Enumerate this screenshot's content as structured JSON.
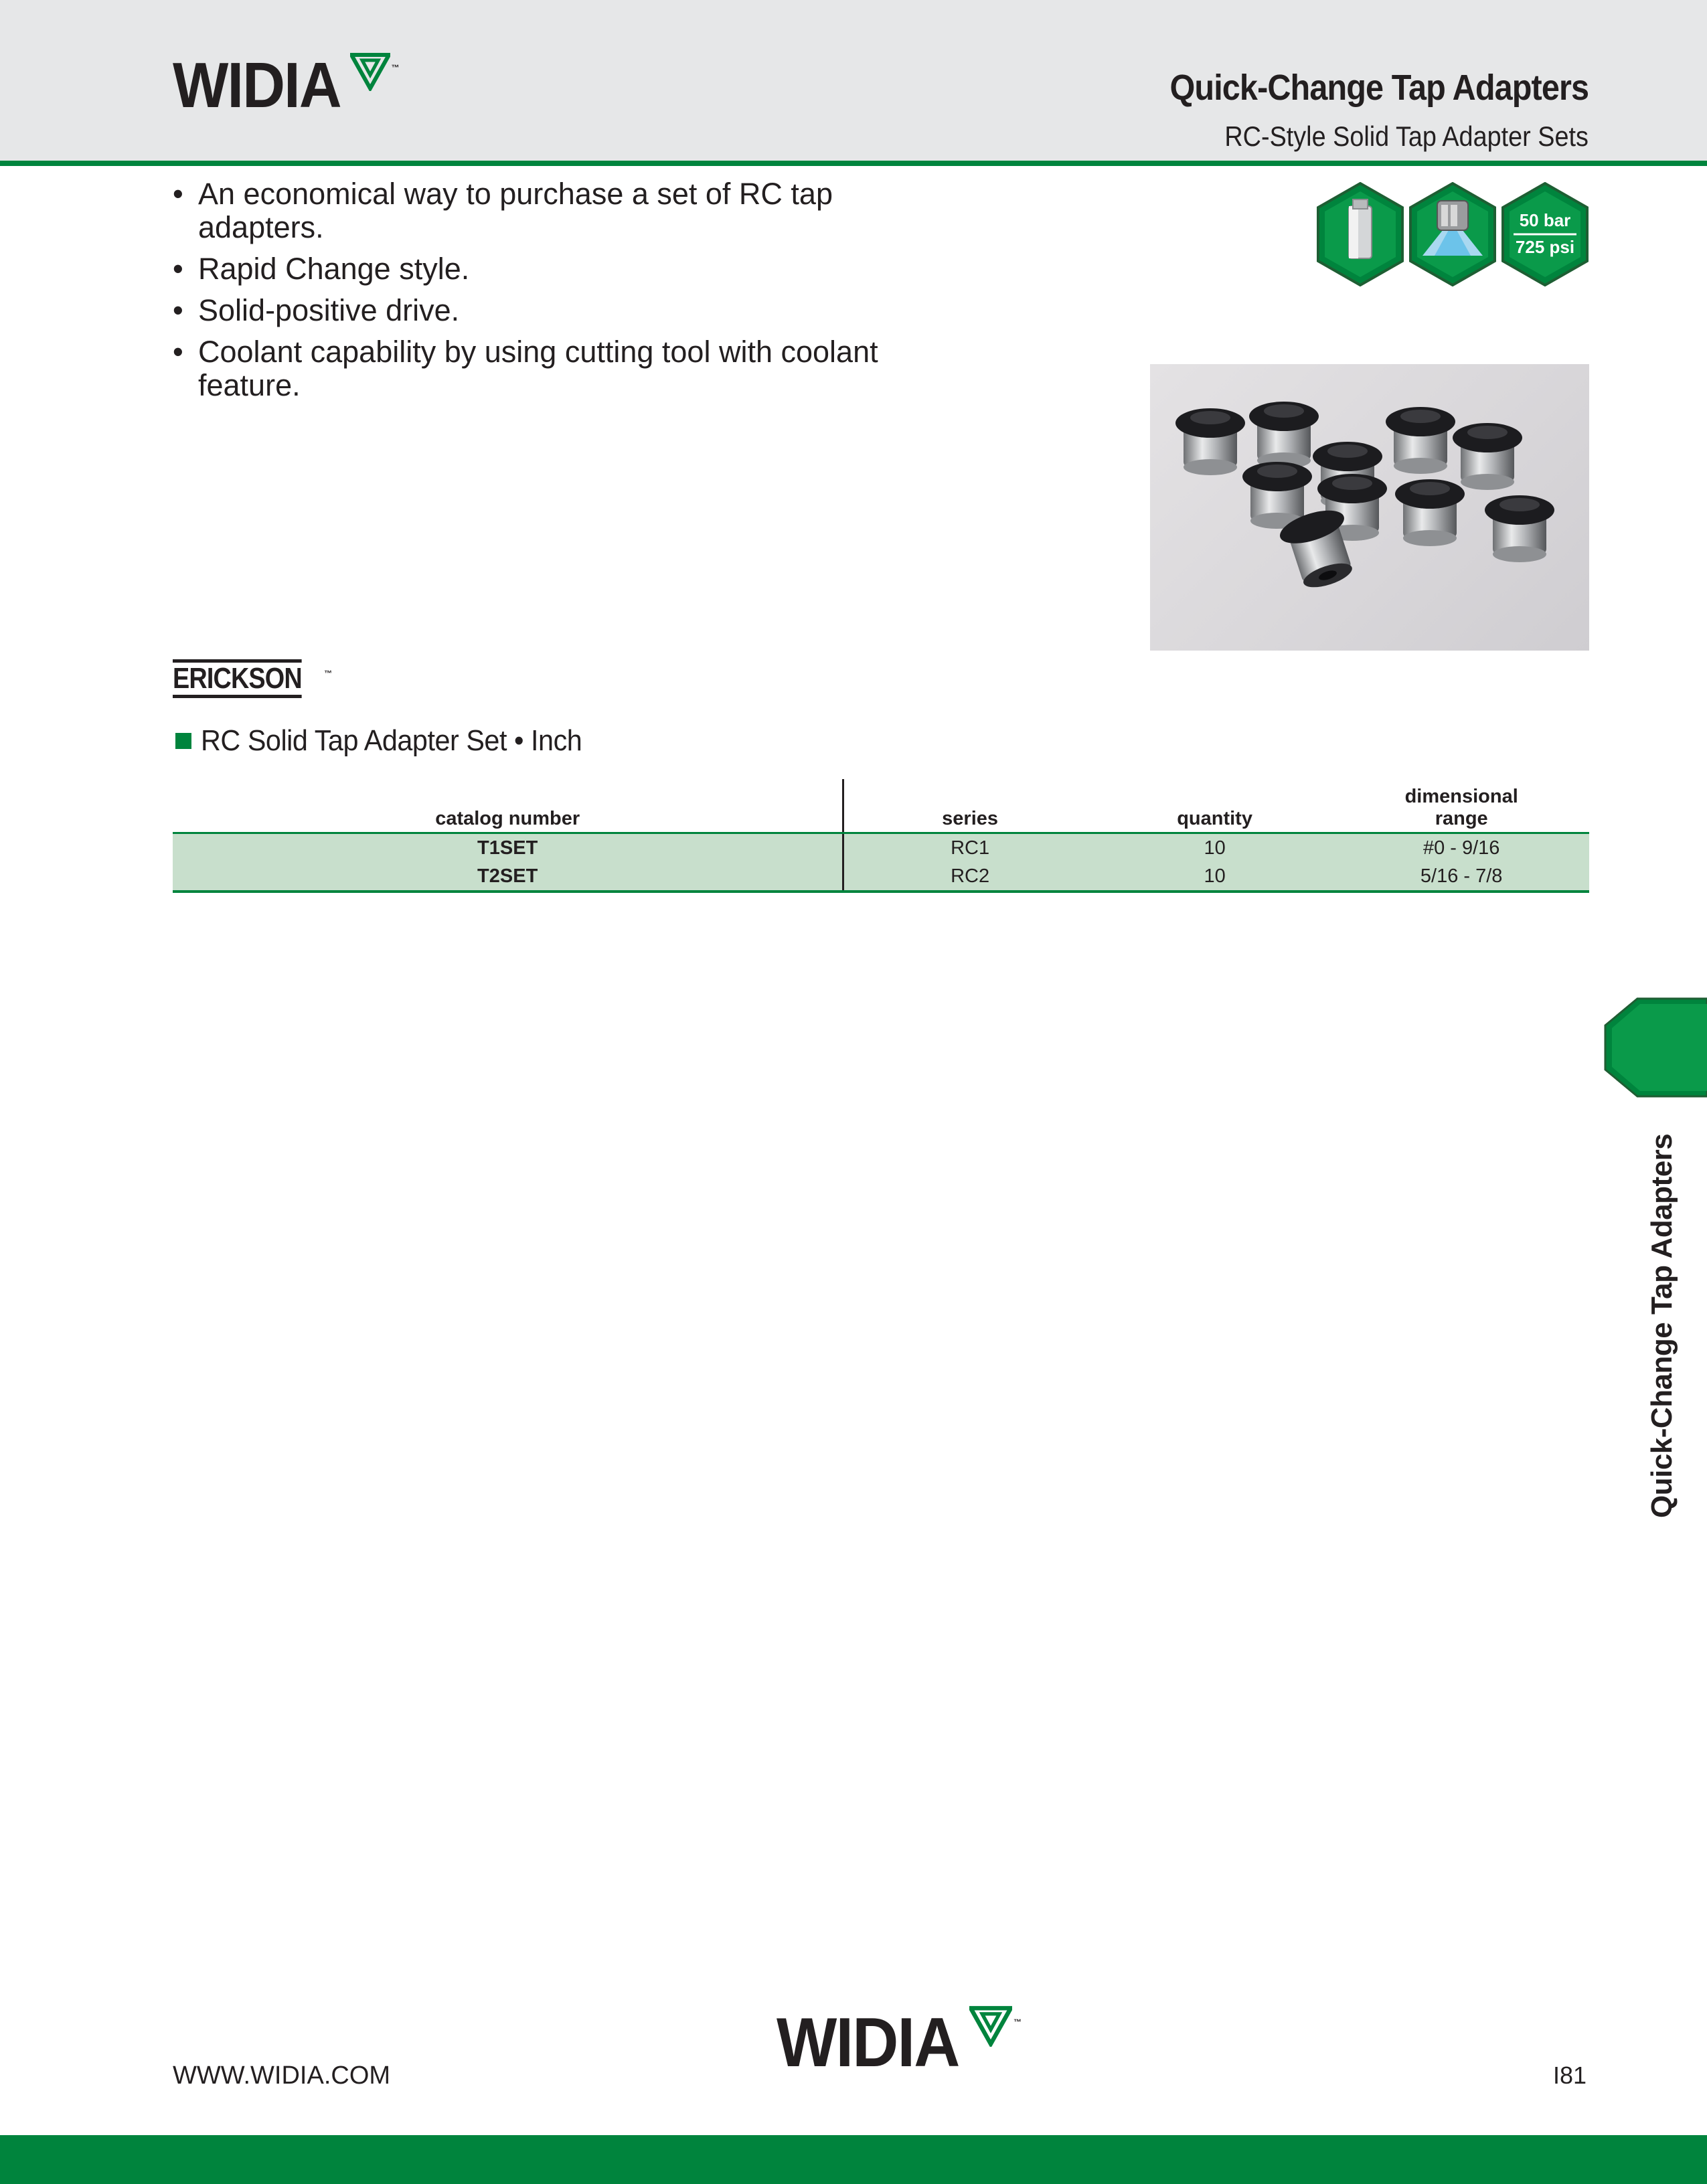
{
  "header": {
    "brand": "WIDIA",
    "title": "Quick-Change Tap Adapters",
    "subtitle": "RC-Style Solid Tap Adapter Sets"
  },
  "features": [
    "An economical way to purchase a set of RC tap adapters.",
    "Rapid Change style.",
    "Solid-positive drive.",
    "Coolant capability by using cutting tool with coolant feature."
  ],
  "feature_icons": {
    "icon_1": "solid-drive-icon",
    "icon_2": "coolant-icon",
    "pressure_line_1": "50 bar",
    "pressure_line_2": "725 psi"
  },
  "product_image": {
    "name": "rc-tap-adapter-set-photo"
  },
  "sub_brand": "ERICKSON",
  "section": {
    "title": "RC Solid Tap Adapter Set • Inch",
    "table": {
      "headers": {
        "catalog_number": "catalog number",
        "series": "series",
        "quantity": "quantity",
        "range_line_1": "dimensional",
        "range_line_2": "range"
      },
      "rows": [
        {
          "catalog_number": "T1SET",
          "series": "RC1",
          "quantity": "10",
          "range": "#0 - 9/16"
        },
        {
          "catalog_number": "T2SET",
          "series": "RC2",
          "quantity": "10",
          "range": "5/16 - 7/8"
        }
      ]
    }
  },
  "side_tab": "Quick-Change Tap Adapters",
  "footer": {
    "url": "WWW.WIDIA.COM",
    "brand": "WIDIA",
    "page_number": "I81"
  },
  "colors": {
    "accent_green": "#00843d",
    "table_row_fill": "#c8dfcc",
    "header_gray": "#e6e7e8"
  }
}
